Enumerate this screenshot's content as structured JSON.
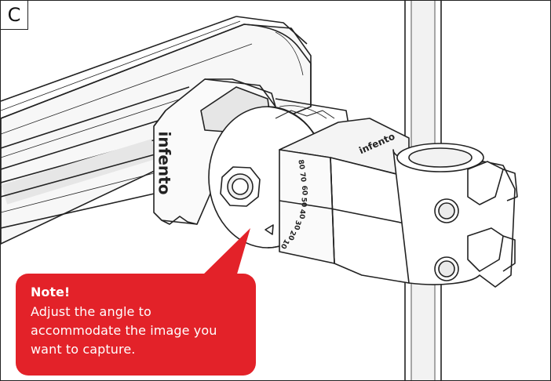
{
  "step": {
    "label": "C"
  },
  "brand": {
    "name": "infento"
  },
  "protractor": {
    "ticks": [
      "80",
      "70",
      "60",
      "50",
      "40",
      "30",
      "20",
      "10"
    ]
  },
  "note": {
    "title": "Note!",
    "lines": [
      "Adjust the angle to",
      "accommodate the image you",
      "want to capture."
    ]
  },
  "colors": {
    "note_bg": "#e32229",
    "note_text": "#ffffff",
    "line": "#222222",
    "shade": "#e6e6e6"
  }
}
